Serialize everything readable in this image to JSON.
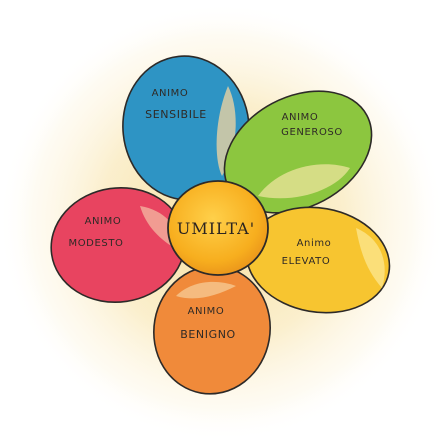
{
  "center": {
    "label": "UMILTA'"
  },
  "petals": [
    {
      "id": "sensibile",
      "word": "ANIMO",
      "word2": "SENSIBILE",
      "color": "#2e94c4"
    },
    {
      "id": "generoso",
      "word": "ANIMO",
      "word2": "GENEROSO",
      "color": "#8cc63f"
    },
    {
      "id": "elevato",
      "word": "Animo",
      "word2": "ELEVATO",
      "color": "#f7c530"
    },
    {
      "id": "benigno",
      "word": "ANIMO",
      "word2": "BENIGNO",
      "color": "#f08a3a"
    },
    {
      "id": "modesto",
      "word": "ANIMO",
      "word2": "MODESTO",
      "color": "#e84460"
    }
  ],
  "colors": {
    "center": "#fbb829",
    "halo": "#f7e3a8",
    "stroke": "#2d2a28"
  }
}
